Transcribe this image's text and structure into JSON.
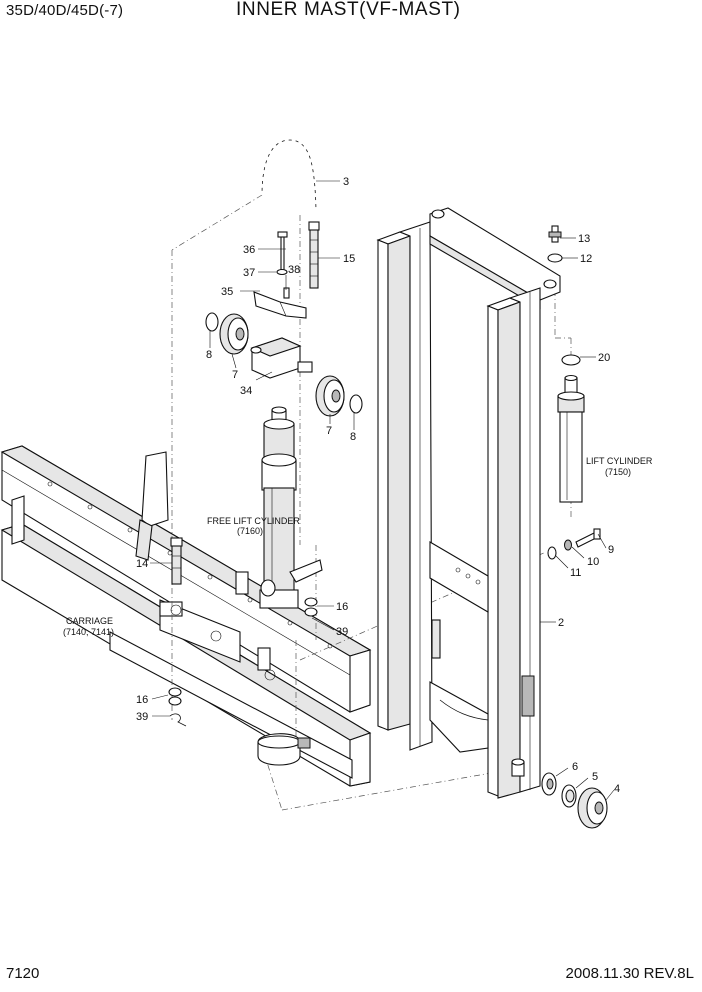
{
  "header": {
    "model": "35D/40D/45D(-7)",
    "title": "INNER  MAST(VF-MAST)"
  },
  "footer": {
    "page_number": "7120",
    "revision": "2008.11.30  REV.8L"
  },
  "callouts": {
    "c2": "2",
    "c3": "3",
    "c4": "4",
    "c5": "5",
    "c6": "6",
    "c7a": "7",
    "c7b": "7",
    "c8a": "8",
    "c8b": "8",
    "c9": "9",
    "c10": "10",
    "c11": "11",
    "c12": "12",
    "c13": "13",
    "c14": "14",
    "c15": "15",
    "c16a": "16",
    "c16b": "16",
    "c20": "20",
    "c34": "34",
    "c35": "35",
    "c36": "36",
    "c37": "37",
    "c38": "38",
    "c39a": "39",
    "c39b": "39"
  },
  "notes": {
    "lift_cylinder": "LIFT CYLINDER",
    "lift_cylinder_ref": "(7150)",
    "free_lift_cylinder": "FREE LIFT CYLINDER",
    "free_lift_cylinder_ref": "(7160)",
    "carriage": "CARRIAGE",
    "carriage_ref": "(7140, 7141)"
  }
}
